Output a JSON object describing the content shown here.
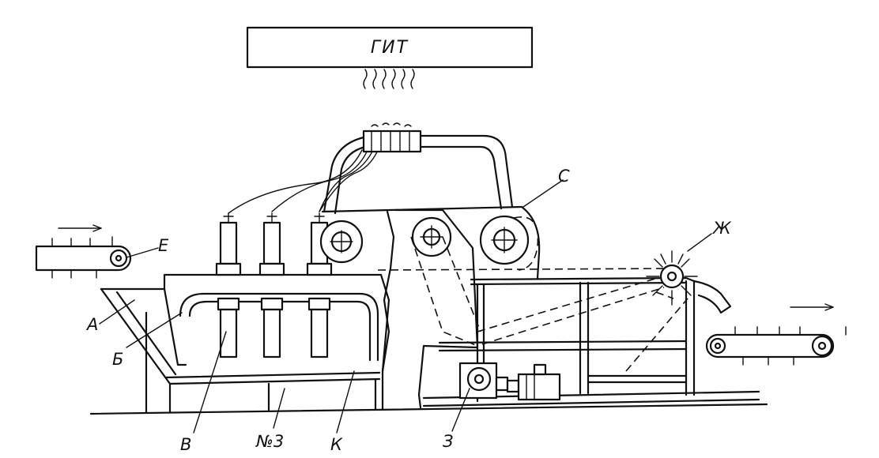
{
  "header_box": {
    "label": "ГИТ"
  },
  "labels": {
    "A": "А",
    "B_soft": "Б",
    "V": "В",
    "C": "С",
    "E": "Е",
    "ZH": "Ж",
    "K": "К",
    "Z": "З",
    "number": "№3"
  }
}
